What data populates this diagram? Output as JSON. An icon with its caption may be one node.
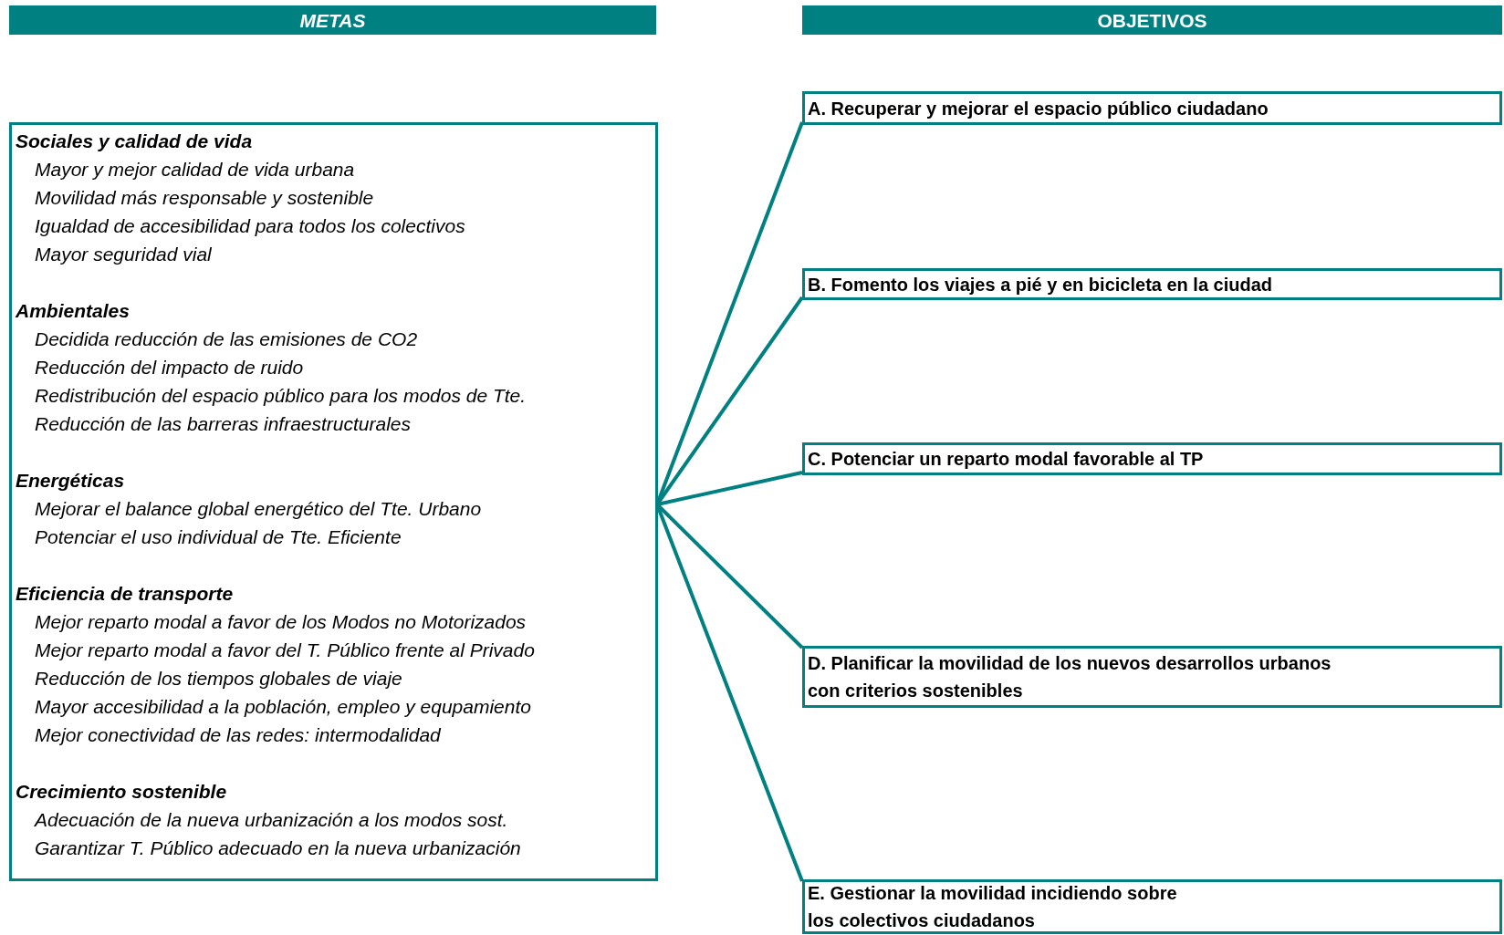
{
  "diagram": {
    "nodes": [
      {
        "text": [
          "METAS"
        ]
      },
      {
        "text": [
          "OBJETIVOS"
        ]
      },
      {
        "text": [
          "Sociales y calidad de vida",
          "Mayor y mejor calidad de vida urbana",
          "Movilidad más responsable y sostenible",
          "Igualdad de accesibilidad para todos los colectivos",
          "Mayor seguridad vial",
          "Ambientales",
          "Decidida reducción de las emisiones de CO2",
          "Reducción del impacto de ruido",
          "Redistribución del espacio público para los modos de Tte.",
          "Reducción de las barreras infraestructurales",
          "Energéticas",
          "Mejorar el balance global energético del Tte. Urbano",
          "Potenciar el uso individual de Tte. Eficiente",
          "Eficiencia de transporte",
          "Mejor reparto modal a favor de los Modos no Motorizados",
          "Mejor reparto modal a favor del T. Público frente al Privado",
          "Reducción de los tiempos globales de viaje",
          "Mayor accesibilidad a la población, empleo y equpamiento",
          "Mejor conectividad de las redes: intermodalidad",
          "Crecimiento sostenible",
          "Adecuación de la nueva urbanización a los modos sost.",
          "Garantizar T. Público adecuado en la nueva urbanización"
        ]
      },
      {
        "text": [
          "A. Recuperar y mejorar el espacio público ciudadano"
        ]
      },
      {
        "text": [
          "B. Fomento los viajes a pié y en bicicleta en la ciudad"
        ]
      },
      {
        "text": [
          "C. Potenciar un reparto modal favorable al TP"
        ]
      },
      {
        "text": [
          "D. Planificar la movilidad de los nuevos desarrollos urbanos con criterios sostenibles"
        ]
      },
      {
        "text": [
          "E. Gestionar la movilidad incidiendo sobre los colectivos ciudadanos"
        ]
      }
    ],
    "edges": [
      {
        "from": 2,
        "to": 3,
        "arrow": "none"
      },
      {
        "from": 2,
        "to": 4,
        "arrow": "none"
      },
      {
        "from": 2,
        "to": 5,
        "arrow": "none"
      },
      {
        "from": 2,
        "to": 6,
        "arrow": "none"
      },
      {
        "from": 2,
        "to": 7,
        "arrow": "none"
      }
    ]
  }
}
